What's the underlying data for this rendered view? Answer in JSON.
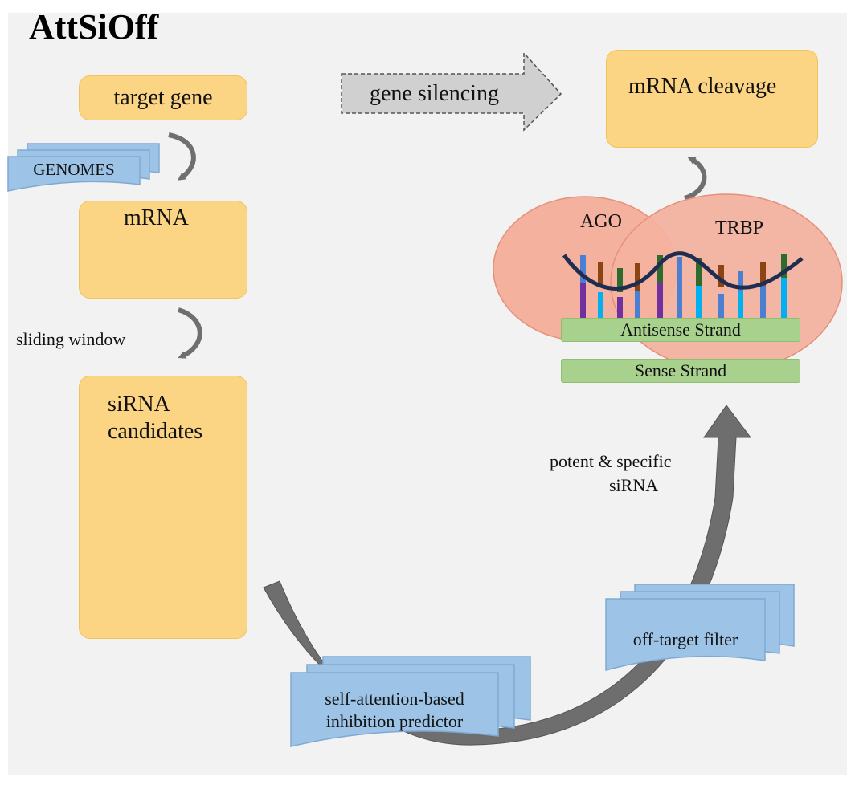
{
  "title": "AttSiOff",
  "nodes": {
    "target_gene": "target gene",
    "genomes": "GENOMES",
    "mrna": "mRNA",
    "sliding_window": "sliding window",
    "sirna_candidates_line1": "siRNA",
    "sirna_candidates_line2": "candidates",
    "predictor_line1": "self-attention-based",
    "predictor_line2": "inhibition predictor",
    "off_target_filter": "off-target filter",
    "potent_line1": "potent & specific",
    "potent_line2": "siRNA",
    "gene_silencing": "gene silencing",
    "mrna_cleavage": "mRNA cleavage",
    "ago": "AGO",
    "trbp": "TRBP",
    "antisense": "Antisense Strand",
    "sense": "Sense Strand"
  },
  "colors": {
    "process_box": "#fcd584",
    "document": "#9dc3e6",
    "enzyme": "#f4b29e",
    "strand": "#a9d18e",
    "arrow": "#7f7f7f",
    "helix": "#1f2d50"
  }
}
